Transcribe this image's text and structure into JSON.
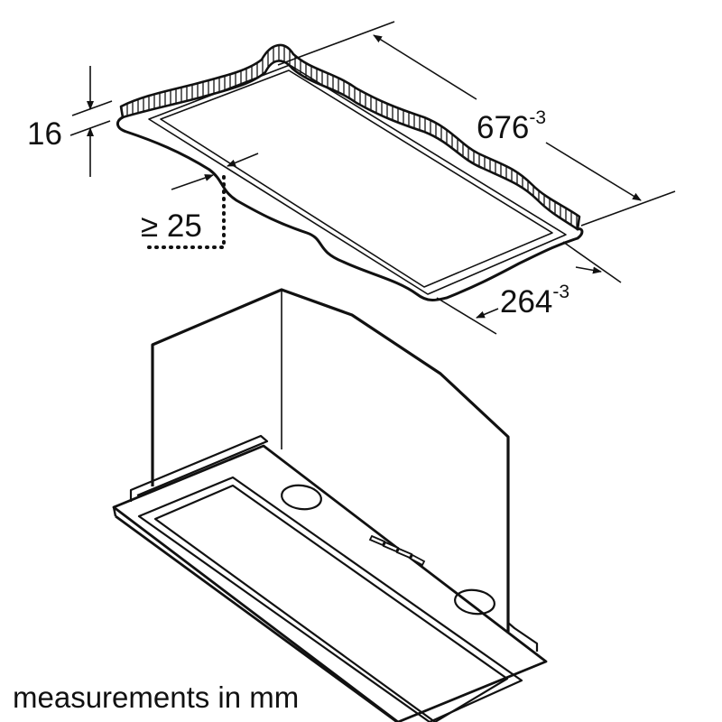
{
  "diagram": {
    "type": "installation-drawing",
    "subject": "built-in cooker hood with cabinet cut-out",
    "colors": {
      "line": "#111111",
      "background": "#ffffff"
    },
    "dimensions": {
      "thickness": {
        "value": "16",
        "label": "16"
      },
      "min_distance": {
        "symbol": "≥",
        "value": "25",
        "label": "≥ 25"
      },
      "cutout_length": {
        "value": "676",
        "tolerance": "-3"
      },
      "cutout_width": {
        "value": "264",
        "tolerance": "-3"
      }
    },
    "components": [
      {
        "name": "cabinet-bottom-panel",
        "desc": "panel with rectangular cut-out, hatched edge"
      },
      {
        "name": "hood-housing",
        "desc": "box-shaped housing above the front frame"
      },
      {
        "name": "hood-frame",
        "desc": "rectangular front frame with filter panel"
      },
      {
        "name": "lights",
        "count": 2
      },
      {
        "name": "control-buttons",
        "count": 4
      }
    ],
    "caption": "measurements in mm"
  }
}
